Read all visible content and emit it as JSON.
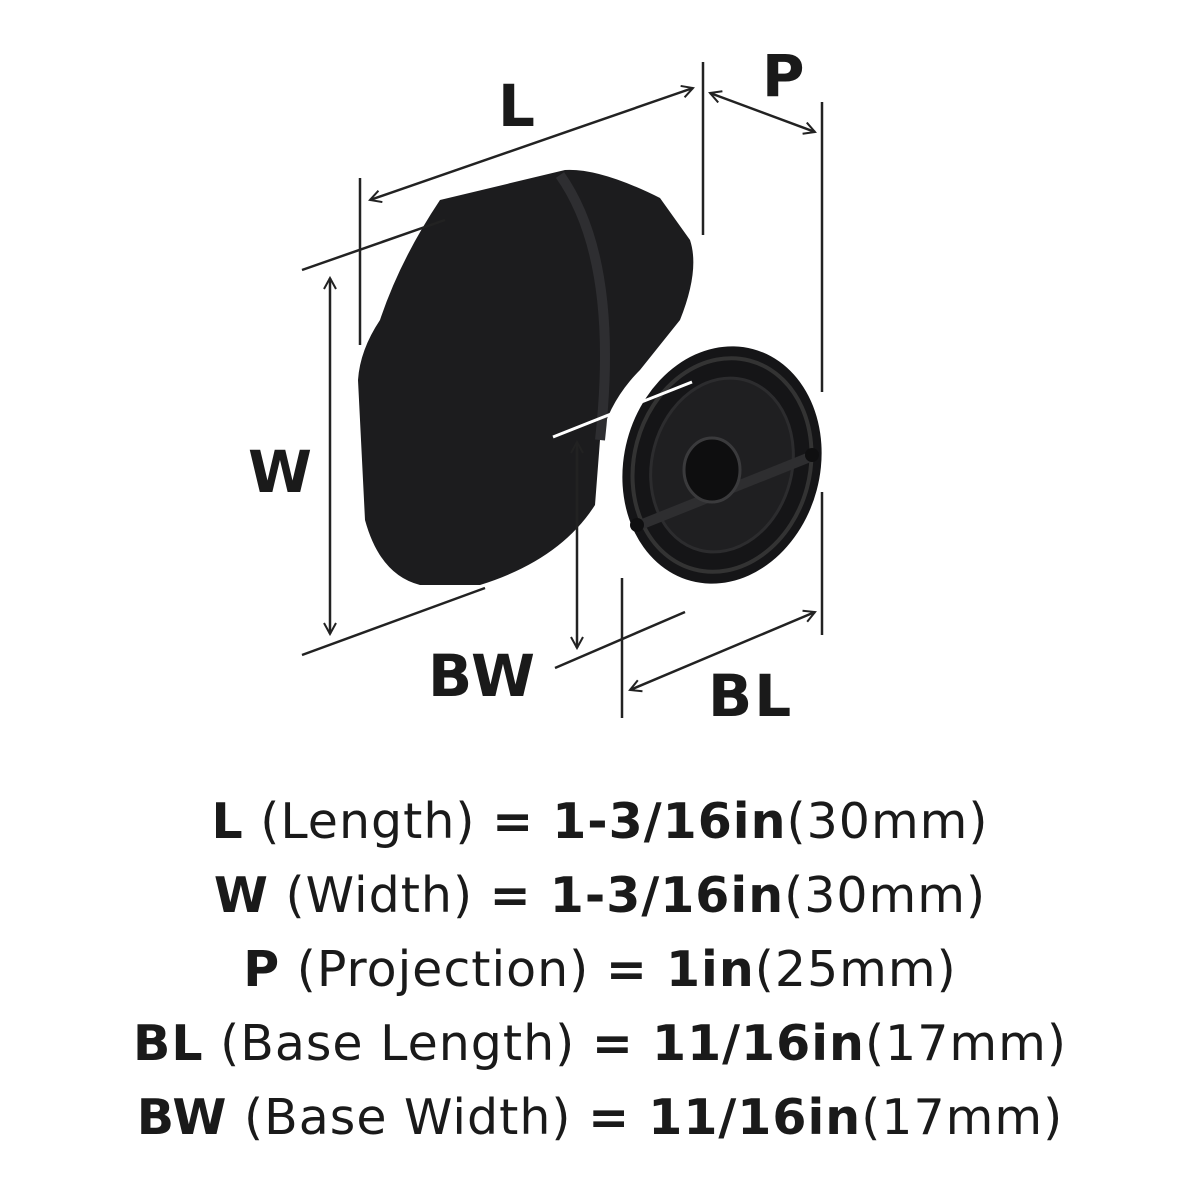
{
  "diagram": {
    "labels": {
      "L": "L",
      "P": "P",
      "W": "W",
      "BW": "BW",
      "BL": "BL"
    }
  },
  "specs": [
    {
      "code": "L",
      "name": "(Length)",
      "value": "= 1-3/16in",
      "metric": "(30mm)"
    },
    {
      "code": "W",
      "name": "(Width)",
      "value": "= 1-3/16in",
      "metric": "(30mm)"
    },
    {
      "code": "P",
      "name": "(Projection)",
      "value": "= 1in",
      "metric": "(25mm)"
    },
    {
      "code": "BL",
      "name": "(Base Length)",
      "value": "= 11/16in",
      "metric": "(17mm)"
    },
    {
      "code": "BW",
      "name": "(Base Width)",
      "value": "= 11/16in",
      "metric": "(17mm)"
    }
  ]
}
